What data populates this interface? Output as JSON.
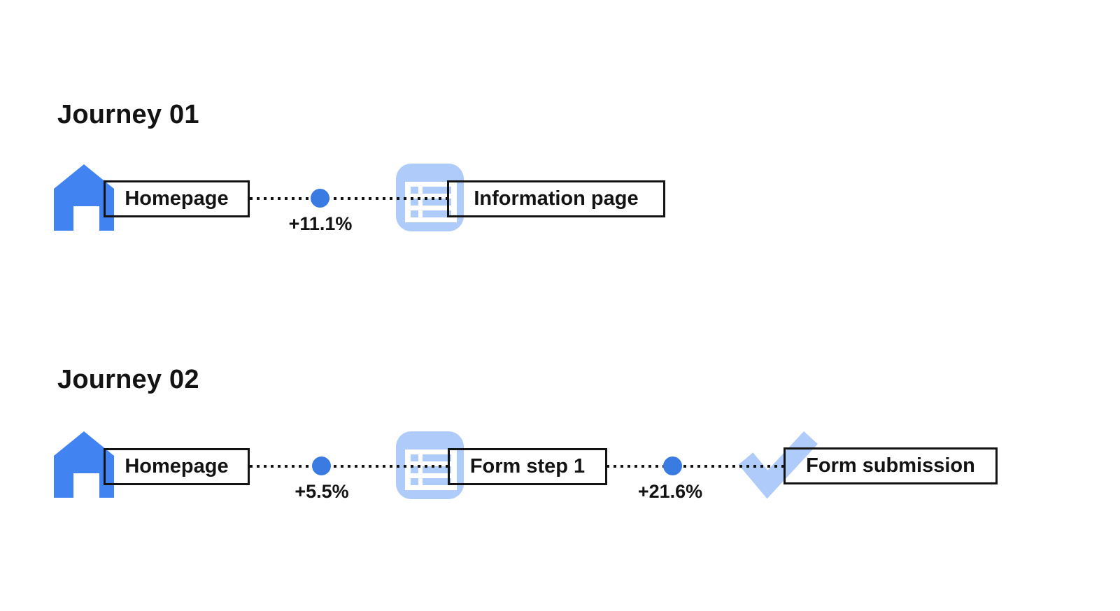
{
  "diagram": {
    "journeys": [
      {
        "title": "Journey 01",
        "steps": [
          {
            "label": "Homepage",
            "icon": "home-icon"
          },
          {
            "label": "Information page",
            "icon": "list-page-icon"
          }
        ],
        "transitions": [
          {
            "delta": "+11.1%"
          }
        ]
      },
      {
        "title": "Journey 02",
        "steps": [
          {
            "label": "Homepage",
            "icon": "home-icon"
          },
          {
            "label": "Form step 1",
            "icon": "list-page-icon"
          },
          {
            "label": "Form submission",
            "icon": "check-icon"
          }
        ],
        "transitions": [
          {
            "delta": "+5.5%"
          },
          {
            "delta": "+21.6%"
          }
        ]
      }
    ],
    "colors": {
      "step_blue": "#4283F2",
      "dot_blue": "#3A7BE2",
      "light_blue": "#AECBFA",
      "text": "#131313"
    }
  }
}
